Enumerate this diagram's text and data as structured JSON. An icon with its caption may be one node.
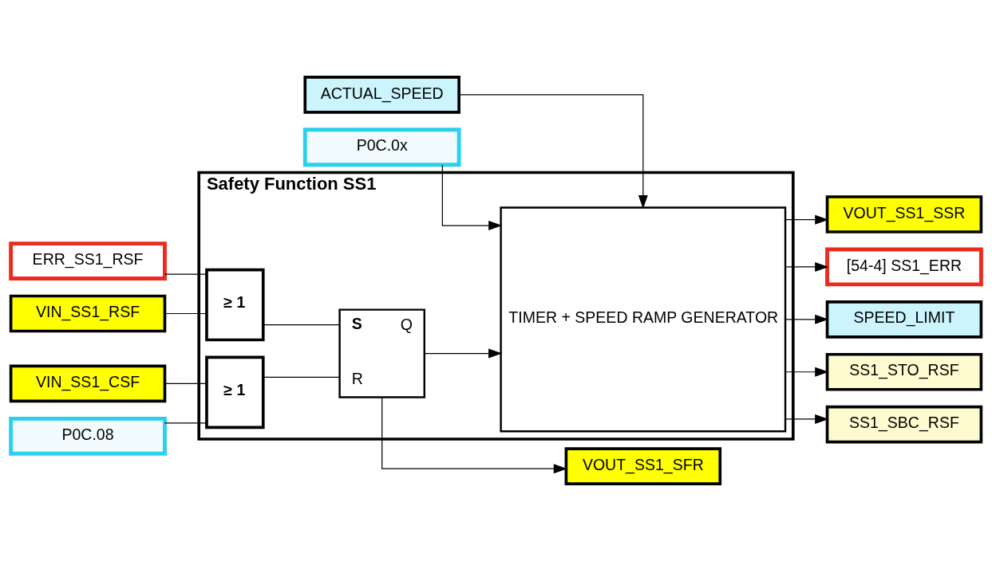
{
  "diagram": {
    "nodes": [
      {
        "text": [
          "Safety Function SS1"
        ]
      },
      {
        "text": [
          "ERR_SS1_RSF"
        ]
      },
      {
        "text": [
          "VIN_SS1_RSF"
        ]
      },
      {
        "text": [
          "VIN_SS1_CSF"
        ]
      },
      {
        "text": [
          "P0C.08"
        ]
      },
      {
        "text": [
          "≥ 1"
        ],
        "in": 0
      },
      {
        "text": [
          "≥ 1"
        ],
        "in": 0
      },
      {
        "text": [
          "S",
          "Q",
          "R"
        ],
        "in": 0
      },
      {
        "text": [
          "TIMER + SPEED RAMP GENERATOR"
        ],
        "in": 0
      },
      {
        "text": [
          "ACTUAL_SPEED"
        ]
      },
      {
        "text": [
          "P0C.0x"
        ]
      },
      {
        "text": [
          "VOUT_SS1_SFR"
        ]
      },
      {
        "text": [
          "VOUT_SS1_SSR"
        ]
      },
      {
        "text": [
          "[54-4] SS1_ERR"
        ]
      },
      {
        "text": [
          "SPEED_LIMIT"
        ]
      },
      {
        "text": [
          "SS1_STO_RSF"
        ]
      },
      {
        "text": [
          "SS1_SBC_RSF"
        ]
      }
    ],
    "edges": [
      {
        "from": 1,
        "to": 5,
        "arrow": "none"
      },
      {
        "from": 2,
        "to": 5,
        "arrow": "none"
      },
      {
        "from": 3,
        "to": 6,
        "arrow": "none"
      },
      {
        "from": 4,
        "to": 6,
        "arrow": "none"
      },
      {
        "from": 5,
        "to": 7,
        "arrow": "none"
      },
      {
        "from": 6,
        "to": 7,
        "arrow": "none"
      },
      {
        "from": 7,
        "to": 8,
        "arrow": "to"
      },
      {
        "from": 7,
        "to": 11,
        "arrow": "to"
      },
      {
        "from": 8,
        "to": 12,
        "arrow": "to"
      },
      {
        "from": 8,
        "to": 13,
        "arrow": "to"
      },
      {
        "from": 8,
        "to": 14,
        "arrow": "to"
      },
      {
        "from": 8,
        "to": 15,
        "arrow": "to"
      },
      {
        "from": 8,
        "to": 16,
        "arrow": "to"
      },
      {
        "from": 9,
        "to": 8,
        "arrow": "to"
      },
      {
        "from": 10,
        "to": 8,
        "arrow": "to"
      }
    ]
  }
}
